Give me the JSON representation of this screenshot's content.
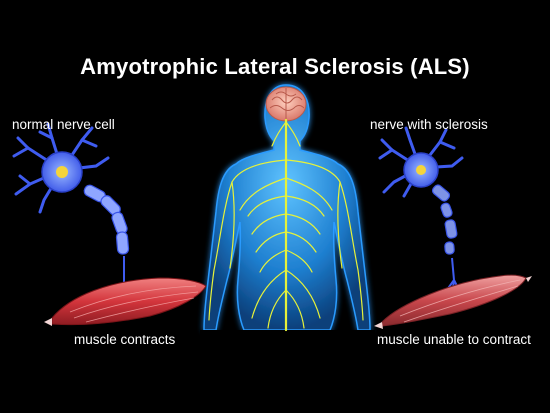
{
  "title": "Amyotrophic Lateral Sclerosis (ALS)",
  "labels": {
    "normal_nerve_cell": "normal nerve cell",
    "nerve_with_sclerosis": "nerve with sclerosis",
    "muscle_contracts": "muscle contracts",
    "muscle_unable": "muscle unable to contract"
  },
  "colors": {
    "background": "#000000",
    "text": "#ffffff",
    "body_glow": "#1e8ad6",
    "nerve": "#e6f23a",
    "brain": "#f2a28a",
    "neuron": "#4a6cff",
    "muscle": "#d8383e"
  }
}
